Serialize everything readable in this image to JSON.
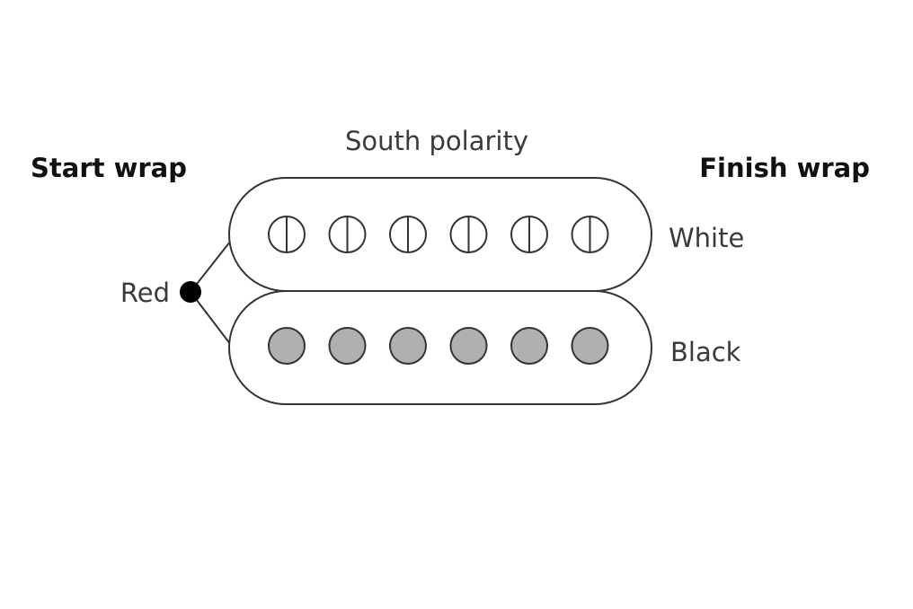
{
  "labels": {
    "start_wrap": "Start wrap",
    "finish_wrap": "Finish wrap",
    "south_polarity": "South polarity",
    "white": "White",
    "black": "Black",
    "red": "Red"
  },
  "coils": {
    "top": {
      "pole_count": 6,
      "pole_style": "slotted",
      "fill_color": "#ffffff"
    },
    "bottom": {
      "pole_count": 6,
      "pole_style": "solid",
      "fill_color": "#b0b0b0"
    }
  },
  "colors": {
    "outline": "#333333",
    "terminal": "#000000",
    "bold_text": "#111111",
    "light_text": "#3a3a3a"
  }
}
